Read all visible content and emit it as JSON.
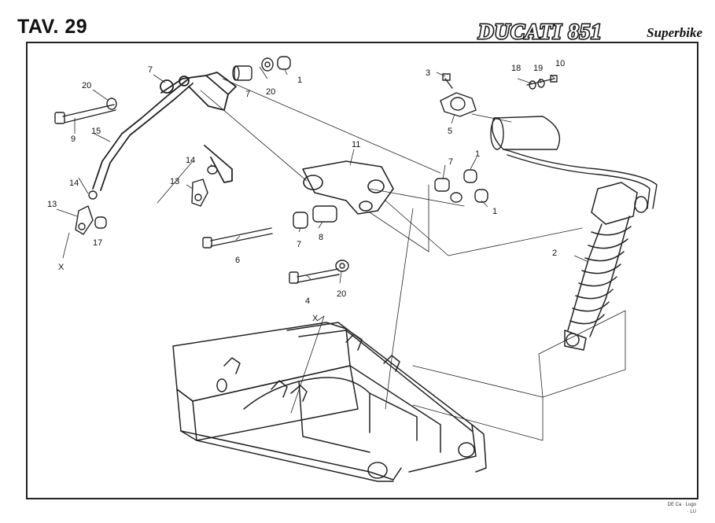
{
  "plate": {
    "title": "TAV. 29"
  },
  "brand": {
    "logo_text": "DUCATI 851",
    "model": "Superbike"
  },
  "callouts": [
    {
      "id": "c7a",
      "text": "7"
    },
    {
      "id": "c20a",
      "text": "20"
    },
    {
      "id": "c9",
      "text": "9"
    },
    {
      "id": "c15",
      "text": "15"
    },
    {
      "id": "c14a",
      "text": "14"
    },
    {
      "id": "c13a",
      "text": "13"
    },
    {
      "id": "c17",
      "text": "17"
    },
    {
      "id": "cXa",
      "text": "X"
    },
    {
      "id": "c7b",
      "text": "7"
    },
    {
      "id": "c20b",
      "text": "20"
    },
    {
      "id": "c1a",
      "text": "1"
    },
    {
      "id": "c14b",
      "text": "14"
    },
    {
      "id": "c13b",
      "text": "13"
    },
    {
      "id": "c11",
      "text": "11"
    },
    {
      "id": "c7c",
      "text": "7"
    },
    {
      "id": "c1b",
      "text": "1"
    },
    {
      "id": "c1c",
      "text": "1"
    },
    {
      "id": "c3",
      "text": "3"
    },
    {
      "id": "c5",
      "text": "5"
    },
    {
      "id": "c18",
      "text": "18"
    },
    {
      "id": "c19",
      "text": "19"
    },
    {
      "id": "c10",
      "text": "10"
    },
    {
      "id": "c2",
      "text": "2"
    },
    {
      "id": "c6",
      "text": "6"
    },
    {
      "id": "c7d",
      "text": "7"
    },
    {
      "id": "c8",
      "text": "8"
    },
    {
      "id": "c4",
      "text": "4"
    },
    {
      "id": "c20c",
      "text": "20"
    },
    {
      "id": "cXb",
      "text": "X"
    }
  ],
  "footer": {
    "line1": "DE Ca · Lugo",
    "line2": "· LU"
  }
}
